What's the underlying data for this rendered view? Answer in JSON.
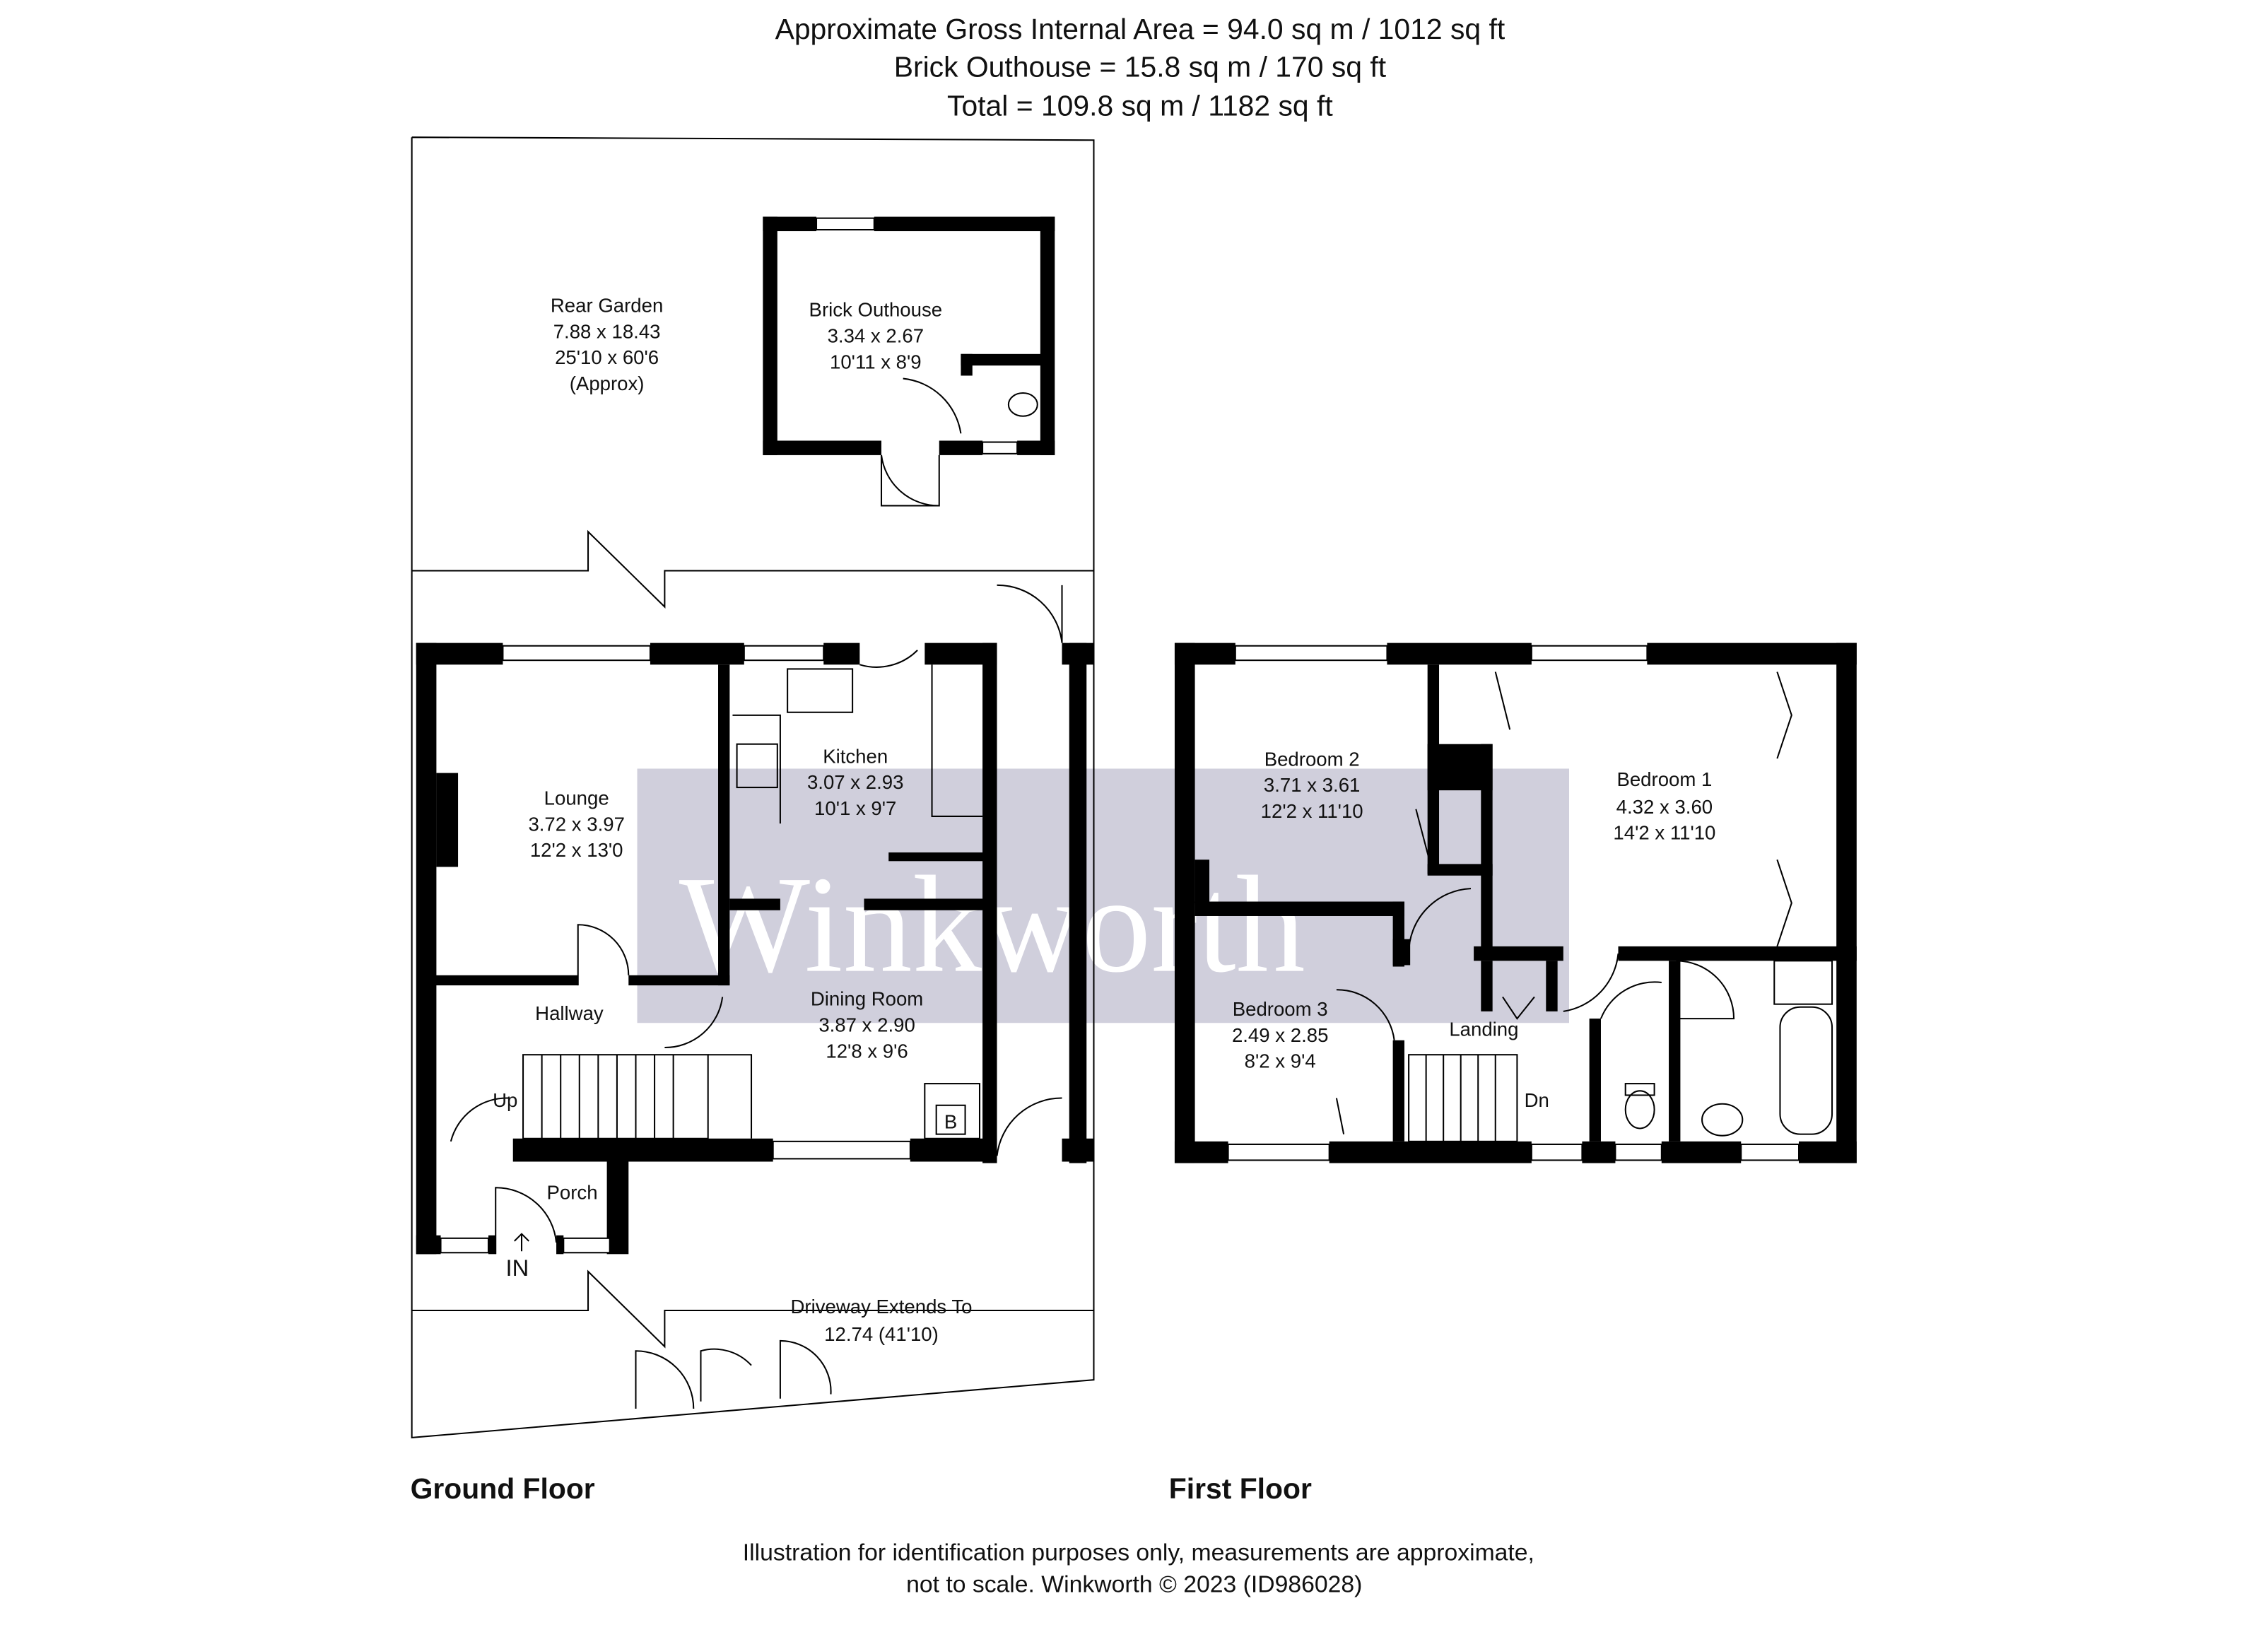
{
  "header": {
    "line1": "Approximate Gross Internal Area = 94.0 sq m / 1012 sq ft",
    "line2": "Brick Outhouse = 15.8 sq m / 170 sq ft",
    "line3": "Total = 109.8 sq m / 1182 sq ft"
  },
  "watermark": {
    "text": "Winkworth",
    "color": "#d0cfdc"
  },
  "ground_floor": {
    "title": "Ground Floor",
    "rooms": {
      "rear_garden": {
        "name": "Rear Garden",
        "metric": "7.88 x 18.43",
        "imperial": "25'10 x 60'6",
        "note": "(Approx)"
      },
      "outhouse": {
        "name": "Brick Outhouse",
        "metric": "3.34 x 2.67",
        "imperial": "10'11 x 8'9"
      },
      "lounge": {
        "name": "Lounge",
        "metric": "3.72 x 3.97",
        "imperial": "12'2 x 13'0"
      },
      "kitchen": {
        "name": "Kitchen",
        "metric": "3.07 x 2.93",
        "imperial": "10'1 x 9'7"
      },
      "dining": {
        "name": "Dining Room",
        "metric": "3.87 x 2.90",
        "imperial": "12'8 x 9'6"
      },
      "hallway": {
        "name": "Hallway"
      },
      "porch": {
        "name": "Porch"
      },
      "driveway": {
        "name": "Driveway Extends To",
        "metric": "12.74 (41'10)"
      }
    },
    "labels": {
      "up": "Up",
      "in": "IN",
      "boiler": "B"
    }
  },
  "first_floor": {
    "title": "First Floor",
    "rooms": {
      "bedroom2": {
        "name": "Bedroom 2",
        "metric": "3.71 x 3.61",
        "imperial": "12'2 x 11'10"
      },
      "bedroom1": {
        "name": "Bedroom 1",
        "metric": "4.32 x 3.60",
        "imperial": "14'2 x 11'10"
      },
      "bedroom3": {
        "name": "Bedroom 3",
        "metric": "2.49 x 2.85",
        "imperial": "8'2 x 9'4"
      },
      "landing": {
        "name": "Landing"
      }
    },
    "labels": {
      "down": "Dn"
    }
  },
  "footer": {
    "line1": "Illustration for identification purposes only, measurements are approximate,",
    "line2": "not to scale. Winkworth © 2023 (ID986028)"
  }
}
